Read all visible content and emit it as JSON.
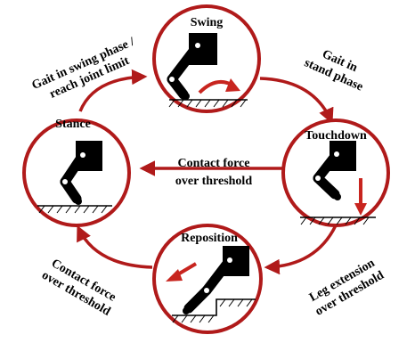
{
  "states": {
    "swing": "Swing",
    "touchdown": "Touchdown",
    "reposition": "Reposition",
    "stance": "Stance"
  },
  "transitions": {
    "stance_to_swing": [
      "Gait in swing phase /",
      "reach joint limit"
    ],
    "swing_to_touchdown": [
      "Gait in",
      "stand phase"
    ],
    "touchdown_to_stance": [
      "Contact force",
      "over threshold"
    ],
    "touchdown_to_reposition": [
      "Leg extension",
      "over threshold"
    ],
    "reposition_to_stance": [
      "Contact force",
      "over threshold"
    ]
  },
  "icons": {
    "robot_leg": "robot-leg-icon",
    "ground": "ground-hatch-icon",
    "motion_arrow": "motion-arrow-icon"
  },
  "colors": {
    "accent": "#b01a1a",
    "arrow_fill": "#c8251f",
    "link": "#000000",
    "background": "#ffffff"
  }
}
